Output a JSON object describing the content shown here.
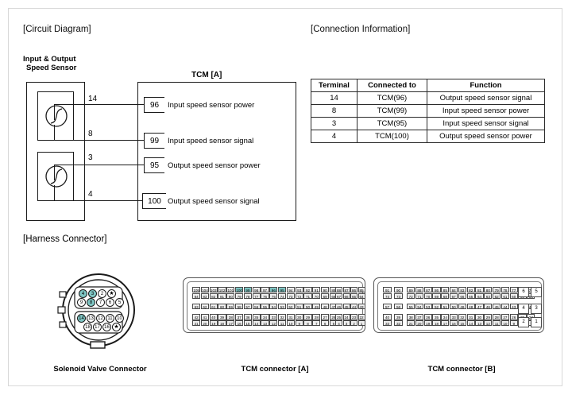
{
  "sections": {
    "circuit_diagram": "[Circuit Diagram]",
    "connection_information": "[Connection Information]",
    "harness_connector": "[Harness Connector]"
  },
  "circuit": {
    "sensor_label_line1": "Input & Output",
    "sensor_label_line2": "Speed Sensor",
    "tcm_label": "TCM [A]",
    "connections": [
      {
        "sensor_pin": "14",
        "tcm_pin": "96",
        "function": "Input speed sensor power"
      },
      {
        "sensor_pin": "8",
        "tcm_pin": "99",
        "function": "Input speed sensor signal"
      },
      {
        "sensor_pin": "3",
        "tcm_pin": "95",
        "function": "Output speed sensor power"
      },
      {
        "sensor_pin": "4",
        "tcm_pin": "100",
        "function": "Output speed sensor signal"
      }
    ]
  },
  "table": {
    "headers": [
      "Terminal",
      "Connected to",
      "Function"
    ],
    "rows": [
      [
        "14",
        "TCM(96)",
        "Output speed sensor signal"
      ],
      [
        "8",
        "TCM(99)",
        "Input speed sensor power"
      ],
      [
        "3",
        "TCM(95)",
        "Input speed sensor signal"
      ],
      [
        "4",
        "TCM(100)",
        "Output speed sensor power"
      ]
    ]
  },
  "harness": {
    "captions": {
      "solenoid": "Solenoid Valve Connector",
      "tcm_a": "TCM connector [A]",
      "tcm_b": "TCM connector [B]"
    },
    "highlight_color": "#7fc6c4",
    "solenoid_rows": [
      {
        "pins": [
          "4",
          "3",
          "2",
          "★"
        ],
        "highlighted": [
          "4",
          "3"
        ]
      },
      {
        "pins": [
          "9",
          "8",
          "7",
          "6",
          "5"
        ],
        "highlighted": [
          "8"
        ]
      },
      {
        "pins": [
          "14",
          "13",
          "12",
          "11",
          "10"
        ],
        "highlighted": [
          "14"
        ]
      },
      {
        "pins": [
          "18",
          "17",
          "16",
          "★"
        ],
        "highlighted": []
      }
    ],
    "tcm_a": {
      "main_rows": [
        [
          "105",
          "104",
          "103",
          "102",
          "101",
          "100",
          "99",
          "98",
          "97",
          "96",
          "95",
          "94",
          "93",
          "92",
          "91",
          "90",
          "89"
        ],
        [
          "84",
          "83",
          "82",
          "81",
          "80",
          "79",
          "78",
          "77",
          "76",
          "75",
          "74",
          "73",
          "72",
          "71",
          "70",
          "69",
          "68"
        ],
        [
          "63",
          "62",
          "61",
          "60",
          "59",
          "58",
          "57",
          "56",
          "55",
          "54",
          "53",
          "52",
          "51",
          "50",
          "49",
          "48",
          "47"
        ],
        [
          "42",
          "41",
          "40",
          "39",
          "38",
          "37",
          "36",
          "35",
          "34",
          "33",
          "32",
          "31",
          "30",
          "29",
          "28",
          "27",
          "26"
        ],
        [
          "21",
          "20",
          "19",
          "18",
          "17",
          "16",
          "15",
          "14",
          "13",
          "12",
          "11",
          "10",
          "9",
          "8",
          "7",
          "6",
          "5"
        ]
      ],
      "side_rows": [
        [
          "88",
          "87",
          "86",
          "85"
        ],
        [
          "67",
          "66",
          "65",
          "64"
        ],
        [
          "46",
          "45",
          "44",
          "43"
        ],
        [
          "25",
          "24",
          "23",
          "22"
        ],
        [
          "4",
          "3",
          "2",
          "1"
        ]
      ],
      "highlighted": [
        "100",
        "99",
        "96",
        "95"
      ]
    },
    "tcm_b": {
      "left_rows": [
        [
          "91",
          "90"
        ],
        [
          "74",
          "73"
        ],
        [
          "57",
          "56"
        ],
        [
          "40",
          "39"
        ],
        [
          "33",
          "32"
        ]
      ],
      "main_rows": [
        [
          "89",
          "88",
          "87",
          "86",
          "85",
          "84",
          "83",
          "82",
          "81",
          "80",
          "79",
          "78",
          "77",
          "76",
          "75"
        ],
        [
          "72",
          "71",
          "70",
          "69",
          "68",
          "67",
          "66",
          "65",
          "64",
          "63",
          "62",
          "61",
          "60",
          "59",
          "58"
        ],
        [
          "55",
          "54",
          "53",
          "52",
          "51",
          "50",
          "49",
          "48",
          "47",
          "46",
          "45",
          "44",
          "43",
          "42",
          "41"
        ],
        [
          "38",
          "37",
          "36",
          "35",
          "34",
          "33",
          "32",
          "31",
          "30",
          "29",
          "28",
          "27",
          "26",
          "25",
          "24"
        ],
        [
          "21",
          "20",
          "19",
          "18",
          "17",
          "16",
          "15",
          "14",
          "13",
          "12",
          "11",
          "10",
          "9",
          "8",
          "7"
        ]
      ],
      "right_rows": [
        [
          "6",
          "5"
        ],
        [
          "4",
          "3"
        ],
        [
          "2",
          "1"
        ]
      ],
      "highlighted": []
    }
  }
}
